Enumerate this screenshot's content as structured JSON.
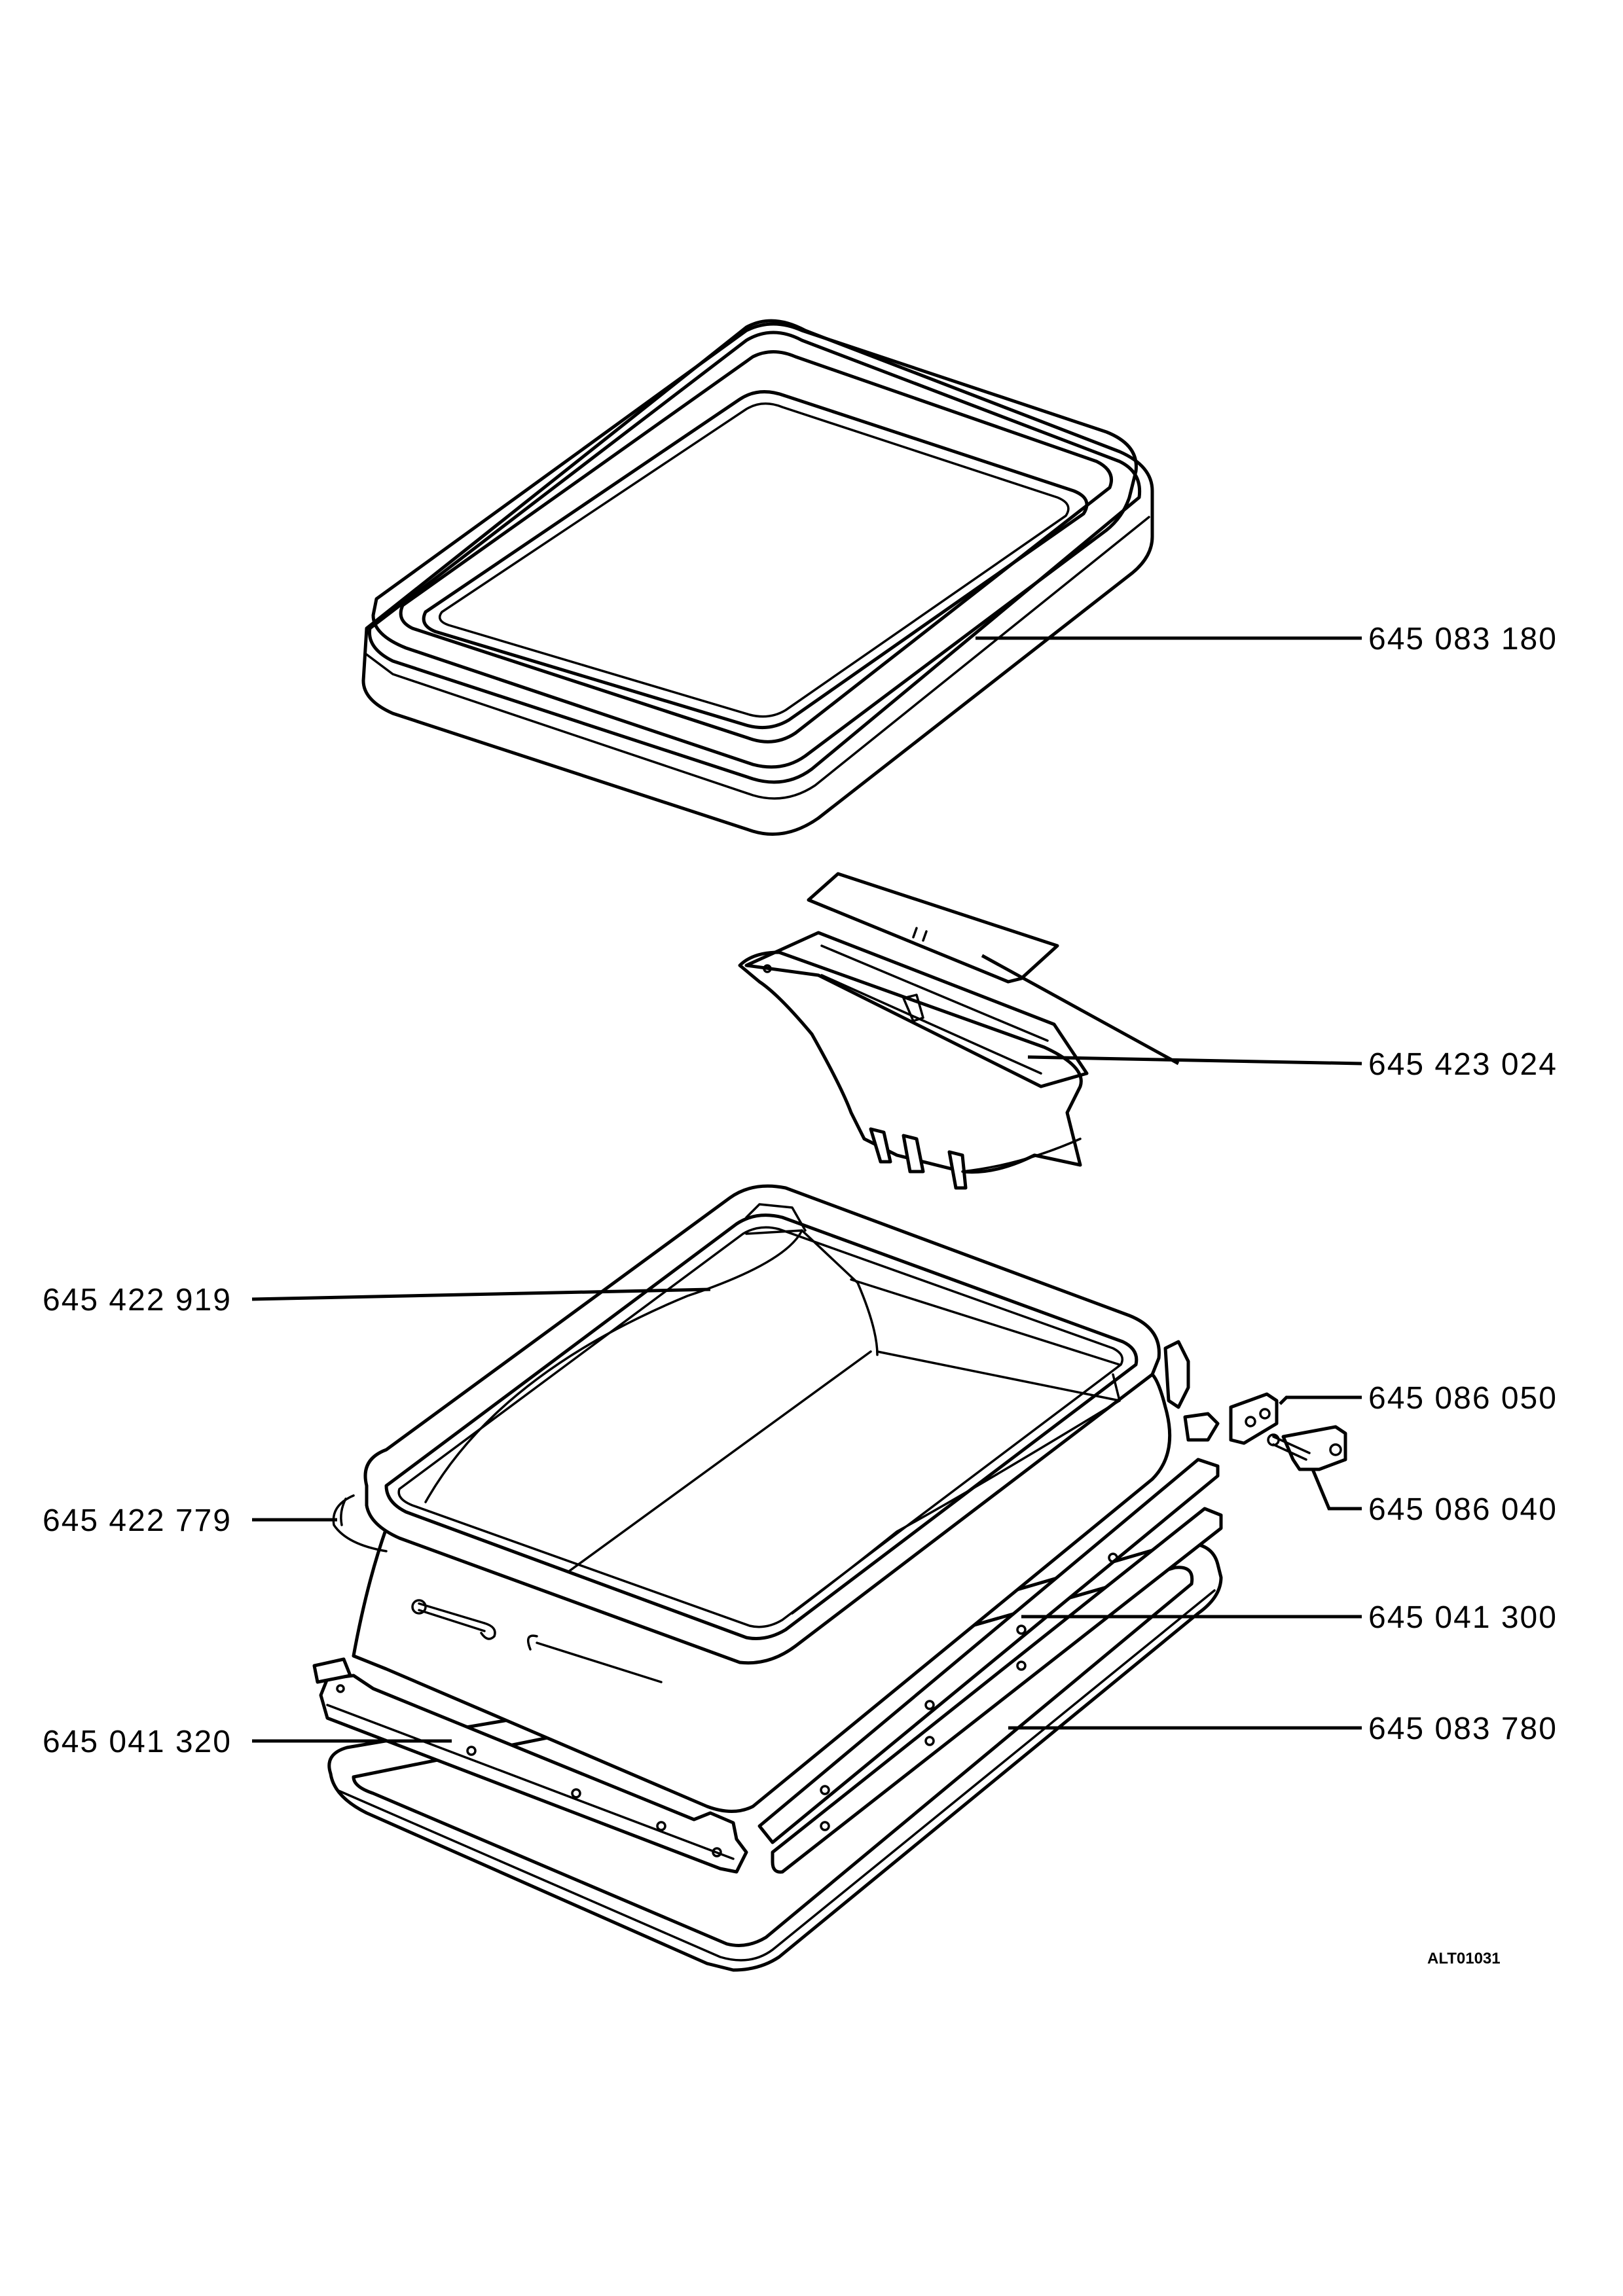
{
  "diagram": {
    "reference_code": "ALT01031",
    "parts": [
      {
        "id": "top-frame",
        "number": "645 083 180"
      },
      {
        "id": "dispenser",
        "number": "645 423 024"
      },
      {
        "id": "drum-bellows",
        "number": "645 422 919"
      },
      {
        "id": "hinge-plate",
        "number": "645 086 050"
      },
      {
        "id": "hinge-pin",
        "number": "645 086 040"
      },
      {
        "id": "clamp-ring",
        "number": "645 422 779"
      },
      {
        "id": "right-rail",
        "number": "645 041 300"
      },
      {
        "id": "left-rail",
        "number": "645 041 320"
      },
      {
        "id": "bottom-frame",
        "number": "645 083 780"
      }
    ]
  }
}
